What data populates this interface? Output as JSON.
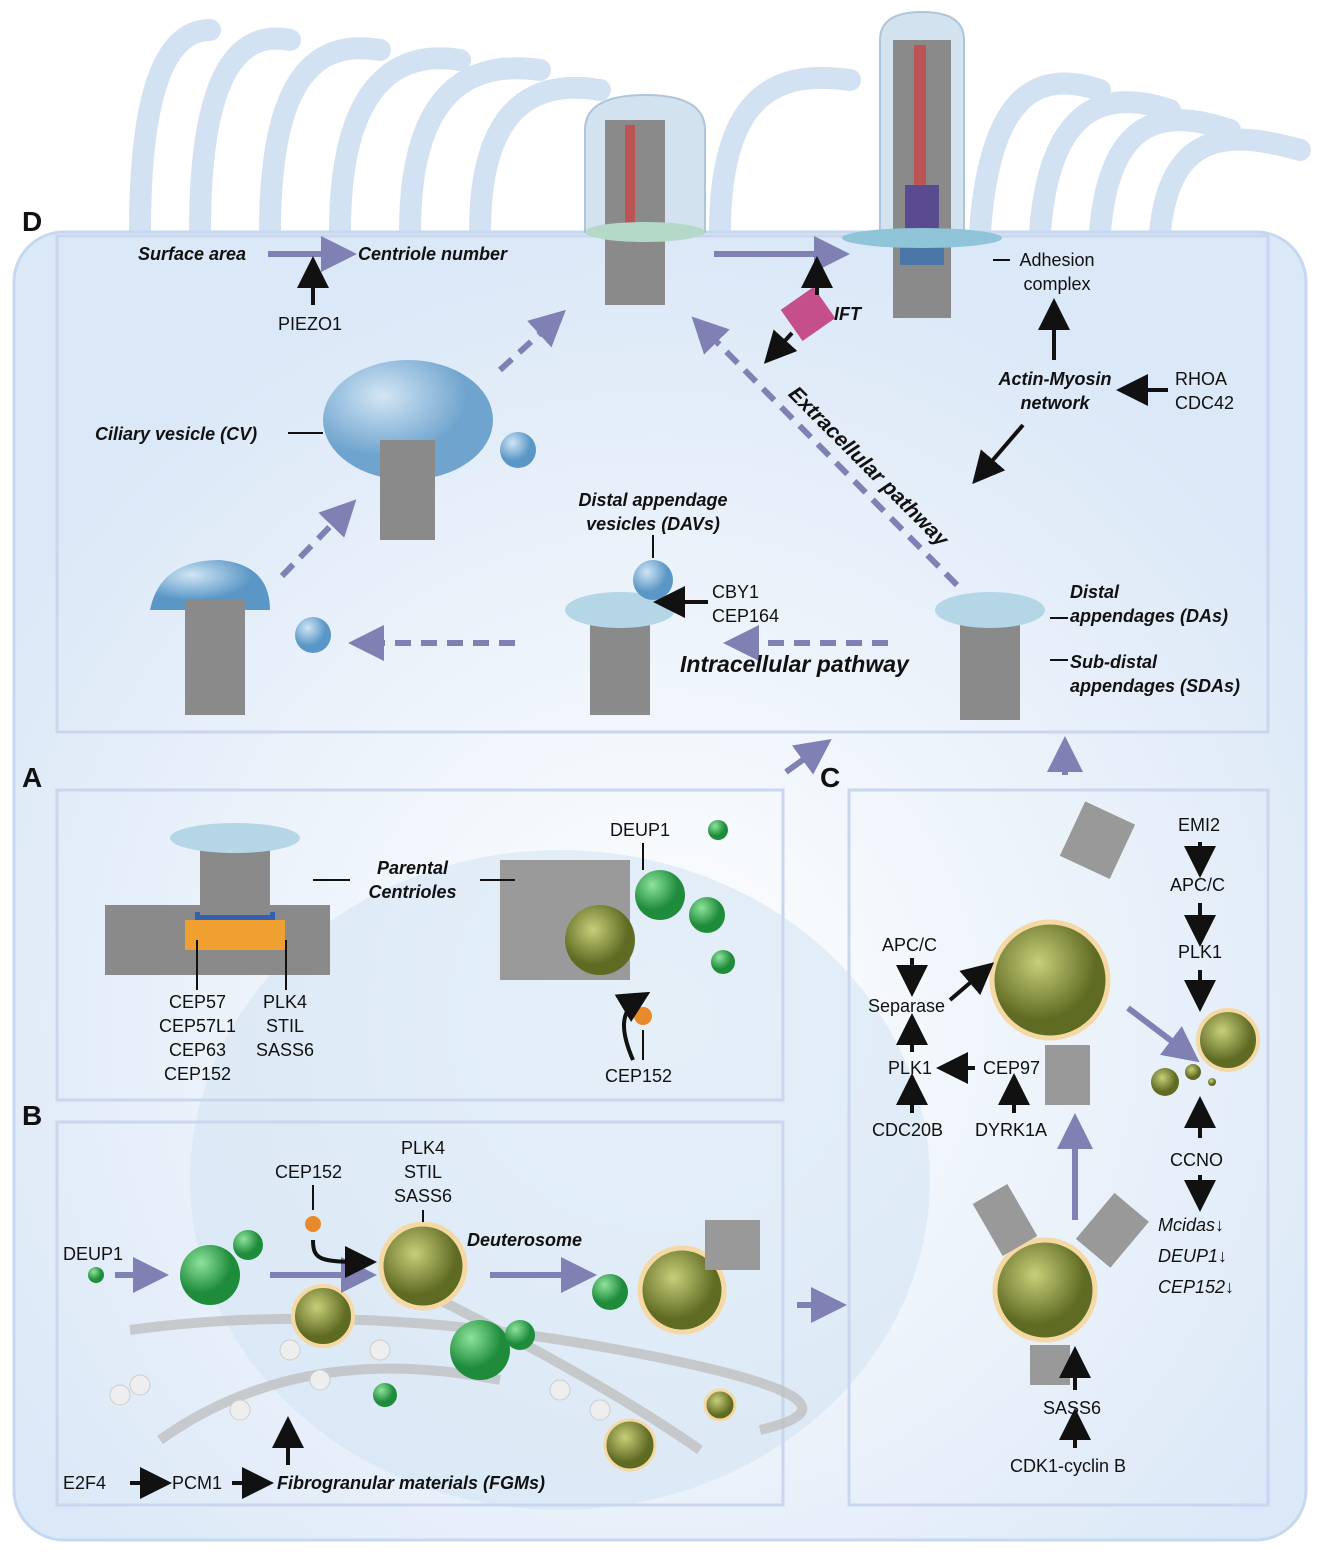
{
  "panels": {
    "a": "A",
    "b": "B",
    "c": "C",
    "d": "D"
  },
  "d": {
    "surface_area": "Surface area",
    "centriole_number": "Centriole number",
    "piezo1": "PIEZO1",
    "adhesion_1": "Adhesion",
    "adhesion_2": "complex",
    "ift": "IFT",
    "actin_1": "Actin-Myosin",
    "actin_2": "network",
    "rhoa": "RHOA",
    "cdc42": "CDC42",
    "extracellular": "Extracellular pathway",
    "ciliary_vesicle": "Ciliary vesicle (CV)",
    "davs_1": "Distal appendage",
    "davs_2": "vesicles (DAVs)",
    "cby1": "CBY1",
    "cep164": "CEP164",
    "das_1": "Distal",
    "das_2": "appendages (DAs)",
    "sdas_1": "Sub-distal",
    "sdas_2": "appendages (SDAs)",
    "intracellular": "Intracellular pathway"
  },
  "a": {
    "parental_1": "Parental",
    "parental_2": "Centrioles",
    "left_proteins": [
      "CEP57",
      "CEP57L1",
      "CEP63",
      "CEP152"
    ],
    "right_proteins": [
      "PLK4",
      "STIL",
      "SASS6"
    ],
    "deup1": "DEUP1",
    "cep152": "CEP152"
  },
  "b": {
    "cep152": "CEP152",
    "proteins": [
      "PLK4",
      "STIL",
      "SASS6"
    ],
    "deuterosome": "Deuterosome",
    "deup1": "DEUP1",
    "e2f4": "E2F4",
    "pcm1": "PCM1",
    "fgms": "Fibrogranular materials (FGMs)"
  },
  "c": {
    "emi2": "EMI2",
    "apcc_right": "APC/C",
    "plk1_right": "PLK1",
    "apcc_left": "APC/C",
    "separase": "Separase",
    "plk1_left": "PLK1",
    "cep97": "CEP97",
    "cdc20b": "CDC20B",
    "dyrk1a": "DYRK1A",
    "ccno": "CCNO",
    "down": [
      "Mcidas↓",
      "DEUP1↓",
      "CEP152↓"
    ],
    "sass6": "SASS6",
    "cdk1": "CDK1-cyclin B"
  },
  "colors": {
    "cell": "#e4eefa",
    "panel_border": "#c9d6ee",
    "purple_arrow": "#7f80b3",
    "deuterosome": "#8f9a3c",
    "fgm_green": "#3fae5a",
    "centriole_grey": "#9a9a9a"
  }
}
